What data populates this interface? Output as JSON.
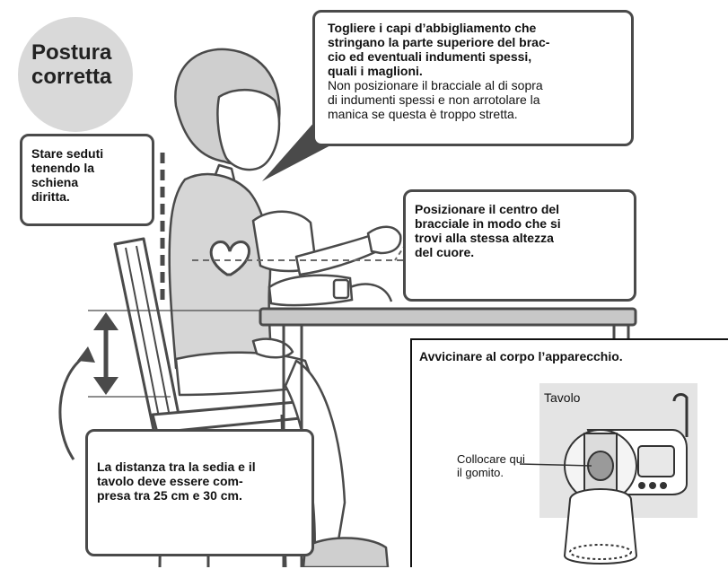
{
  "title": {
    "line1": "Postura",
    "line2": "corretta"
  },
  "callouts": {
    "clothing_bold_1": "Togliere i capi d’abbigliamento che",
    "clothing_bold_2": "stringano la parte superiore del brac-",
    "clothing_bold_3": "cio ed eventuali indumenti spessi,",
    "clothing_bold_4": "quali i maglioni.",
    "clothing_text_1": "Non posizionare il bracciale al di sopra",
    "clothing_text_2": "di indumenti spessi e non arrotolare la",
    "clothing_text_3": "manica se questa è troppo stretta.",
    "back_1": "Stare seduti",
    "back_2": "tenendo la",
    "back_3": "schiena",
    "back_4": "diritta.",
    "cuff_1": "Posizionare il centro del",
    "cuff_2": "bracciale in modo che si",
    "cuff_3": "trovi alla stessa altezza",
    "cuff_4": "del cuore.",
    "distance_1": "La distanza tra la sedia e il",
    "distance_2": "tavolo deve essere com-",
    "distance_3": "presa tra 25 cm e 30 cm."
  },
  "inset": {
    "heading": "Avvicinare al corpo l’apparecchio.",
    "table_label": "Tavolo",
    "elbow_1": "Collocare qui",
    "elbow_2": "il gomito."
  },
  "colors": {
    "outline": "#4a4a4a",
    "badge": "#d9d9d9",
    "shirt": "#d6d6d6",
    "table": "#c8c8c8"
  }
}
